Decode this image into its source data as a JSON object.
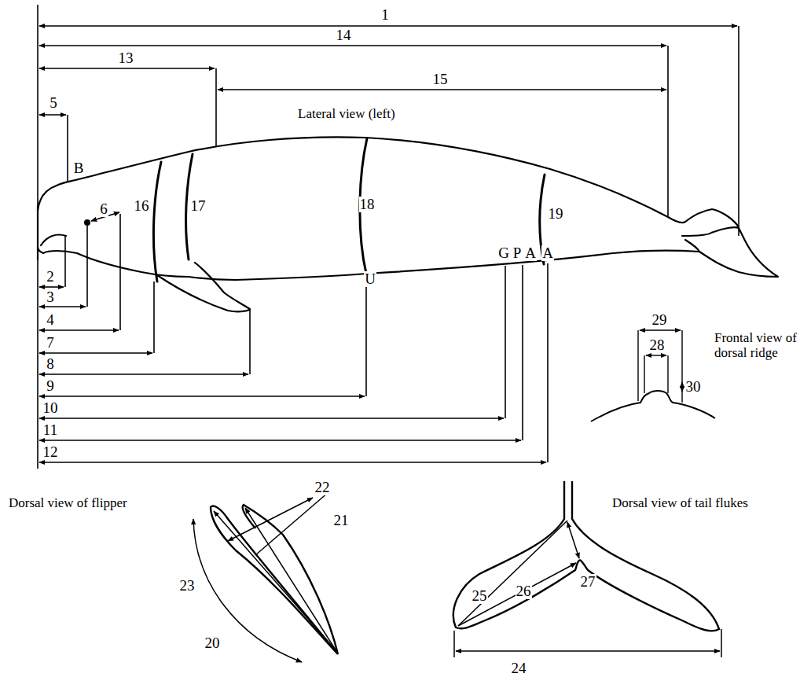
{
  "diagram": {
    "labels": [
      "1",
      "14",
      "13",
      "15",
      "Lateral view (left)",
      "5",
      "B",
      "6",
      "16",
      "17",
      "18",
      "19",
      "U",
      "G",
      "P",
      "A",
      "A",
      "2",
      "3",
      "4",
      "7",
      "8",
      "9",
      "10",
      "11",
      "12",
      "29",
      "28",
      "30",
      "Frontal view of dorsal ridge",
      "Dorsal view of flipper",
      "22",
      "21",
      "23",
      "20",
      "Dorsal view of tail flukes",
      "25",
      "26",
      "27",
      "24"
    ]
  }
}
